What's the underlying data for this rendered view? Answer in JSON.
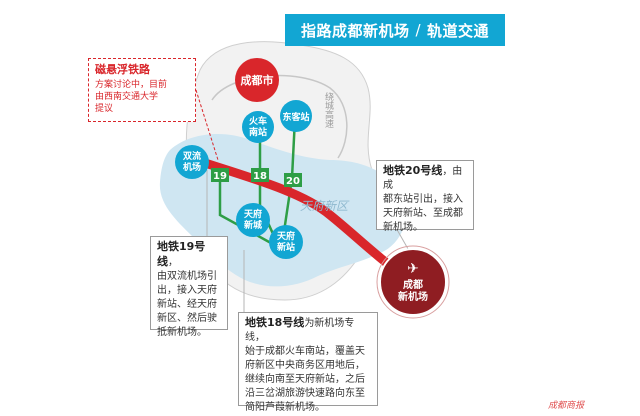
{
  "title": {
    "part1": "指路成都新机场",
    "sep": "/",
    "part2": "轨道交通"
  },
  "maglev": {
    "heading": "磁悬浮铁路",
    "desc_line1": "方案讨论中，目前",
    "desc_line2": "由西南交通大学",
    "desc_line3": "提议"
  },
  "stations": {
    "chengdu_city": "成都市",
    "huoche_nan_1": "火车",
    "huoche_nan_2": "南站",
    "dongke": "东客站",
    "shuangliu_1": "双流",
    "shuangliu_2": "机场",
    "tianfu_xincheng_1": "天府",
    "tianfu_xincheng_2": "新城",
    "tianfu_xinzhan_1": "天府",
    "tianfu_xinzhan_2": "新站",
    "new_airport_1": "成都",
    "new_airport_2": "新机场"
  },
  "map_labels": {
    "ring_road": "绕城高速",
    "tianfu_district": "天府新区"
  },
  "line_badges": {
    "l19": "19",
    "l18": "18",
    "l20": "20"
  },
  "info": {
    "line20": {
      "name": "地铁20号线",
      "l1": "，由成",
      "l2": "都东站引出，接入",
      "l3": "天府新站、至成都",
      "l4": "新机场。"
    },
    "line19": {
      "name": "地铁19号线",
      "l1": "，",
      "l2": "由双流机场引",
      "l3": "出，接入天府",
      "l4": "新站、经天府",
      "l5": "新区、然后驶",
      "l6": "抵新机场。"
    },
    "line18": {
      "name": "地铁18号线",
      "l1": "为新机场专线，",
      "l2": "始于成都火车南站，覆盖天",
      "l3": "府新区中央商务区用地后，",
      "l4": "继续向南至天府新站，之后",
      "l5": "沿三岔湖旅游快速路向东至",
      "l6": "简阳芦葭新机场。"
    }
  },
  "watermark": "成都商报",
  "colors": {
    "title_bg": "#12a6d3",
    "maglev_red": "#d9262b",
    "station_blue": "#12a6d3",
    "city_red": "#d9262b",
    "airport_darkred": "#8f1d22",
    "map_blue": "#cfe6f2",
    "line_green": "#2e9e46"
  },
  "icons": {
    "airport": "airplane-icon"
  }
}
